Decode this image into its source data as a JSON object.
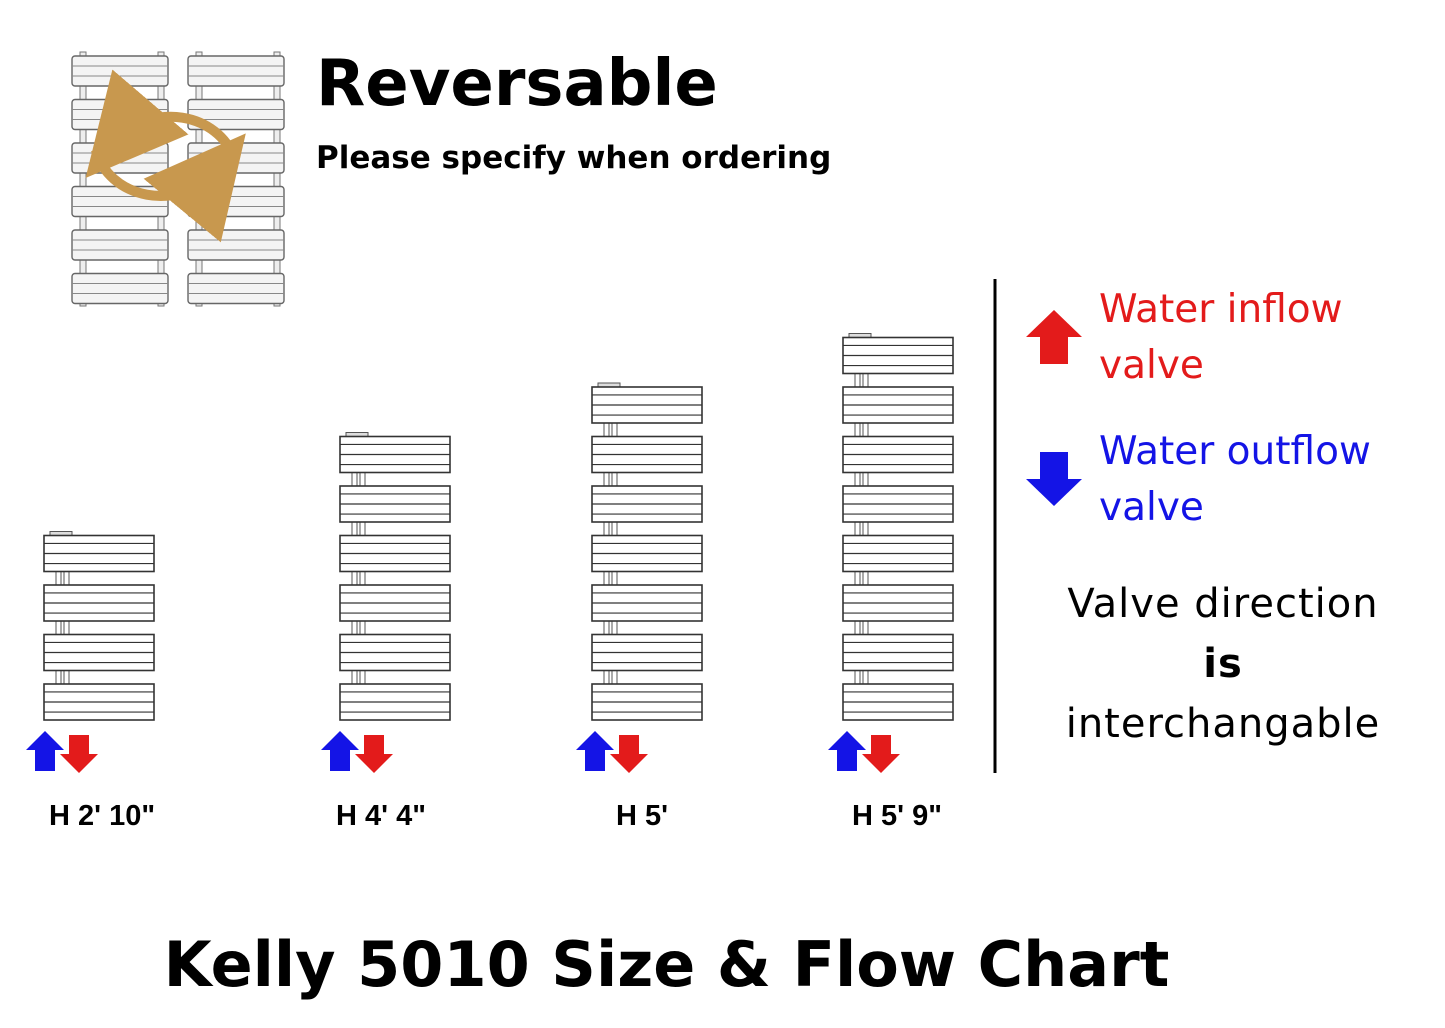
{
  "header": {
    "title": "Reversable",
    "subtitle": "Please specify when ordering"
  },
  "legend": {
    "inflow_line1": "Water inflow",
    "inflow_line2": "valve",
    "outflow_line1": "Water outflow",
    "outflow_line2": "valve",
    "inflow_color": "#e31b1b",
    "outflow_color": "#1414e6"
  },
  "note": {
    "line1": "Valve direction",
    "line2": "is",
    "line3": "interchangable"
  },
  "sizes": [
    {
      "label": "H 2' 10\"",
      "bar_groups": 4
    },
    {
      "label": "H 4' 4\"",
      "bar_groups": 6
    },
    {
      "label": "H 5'",
      "bar_groups": 7
    },
    {
      "label": "H 5' 9\"",
      "bar_groups": 8
    }
  ],
  "footer": {
    "title": "Kelly 5010 Size & Flow Chart"
  }
}
